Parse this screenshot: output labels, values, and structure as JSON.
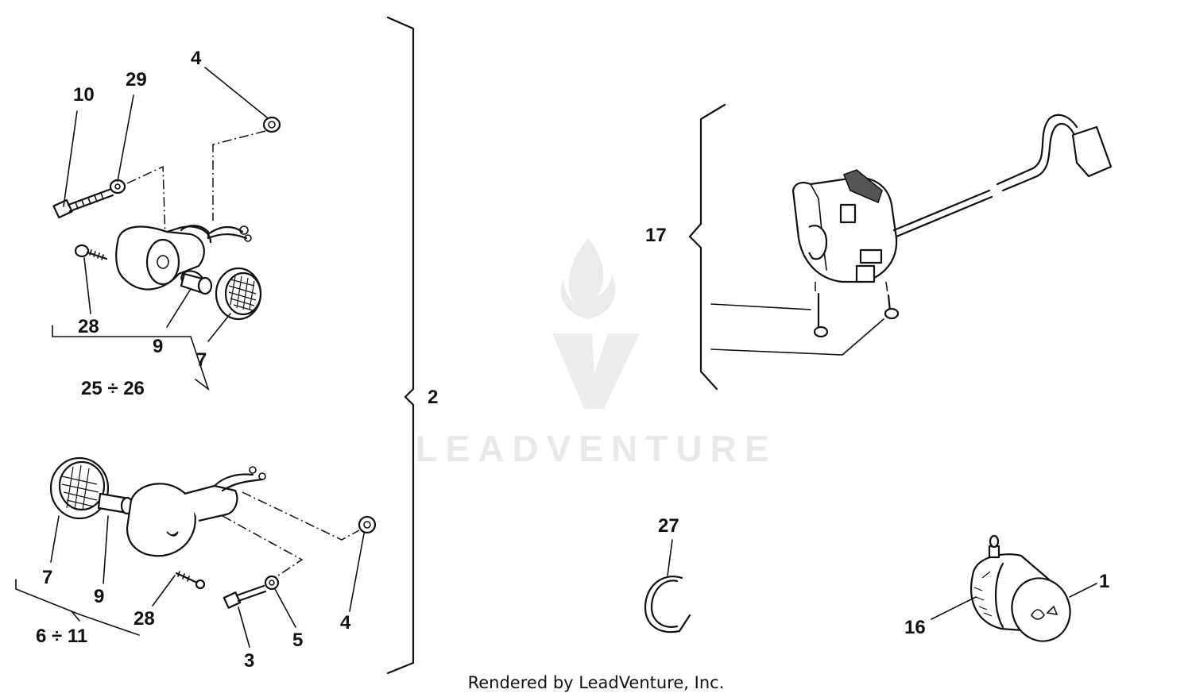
{
  "callouts": {
    "c10": "10",
    "c29": "29",
    "c4_top": "4",
    "c28_top": "28",
    "c9_top": "9",
    "c7_top": "7",
    "c25_26": "25 ÷ 26",
    "c2": "2",
    "c7_bot": "7",
    "c9_bot": "9",
    "c28_bot": "28",
    "c6_11": "6 ÷ 11",
    "c3": "3",
    "c5": "5",
    "c4_bot": "4",
    "c17": "17",
    "c27": "27",
    "c16": "16",
    "c1": "1"
  },
  "watermark": {
    "text": "LEADVENTURE",
    "color": "#e9e9e9"
  },
  "footer": "Rendered by LeadVenture, Inc."
}
